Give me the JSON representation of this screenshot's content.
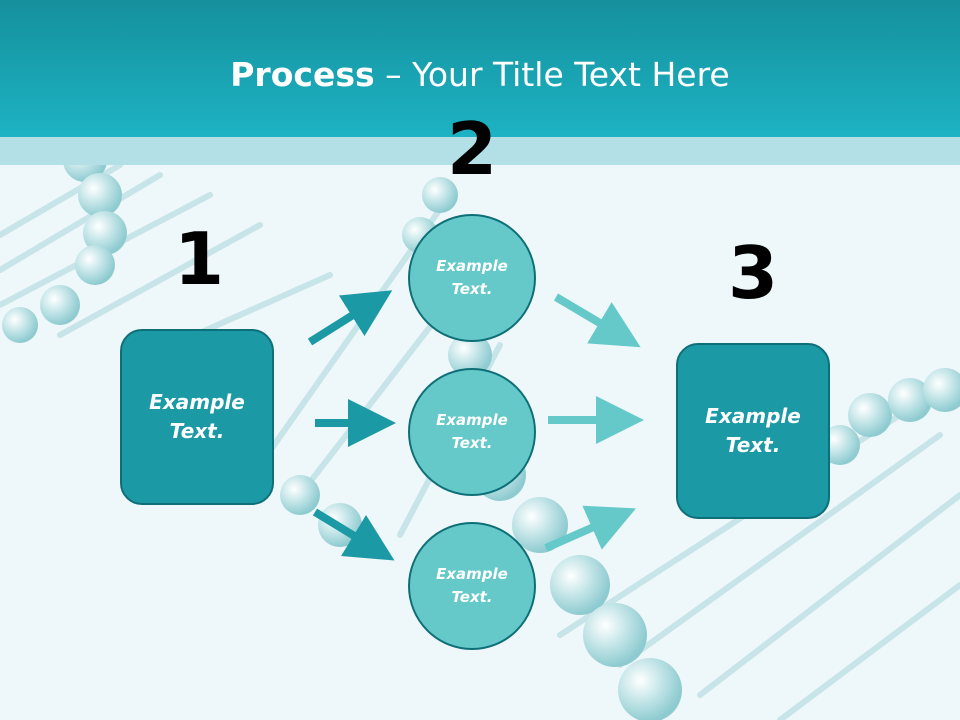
{
  "header": {
    "title_bold": "Process",
    "title_rest": " – Your Title Text Here"
  },
  "steps": {
    "num1": "1",
    "num2": "2",
    "num3": "3"
  },
  "nodes": {
    "left_box": "Example Text.",
    "circle_top": "Example Text.",
    "circle_middle": "Example Text.",
    "circle_bottom": "Example Text.",
    "right_box": "Example Text."
  },
  "colors": {
    "header": "#1db3c4",
    "box_fill": "#1b9aa6",
    "circle_fill": "#64c9c8",
    "arrow_dark": "#1b9aa6",
    "arrow_light": "#64c9c8"
  }
}
